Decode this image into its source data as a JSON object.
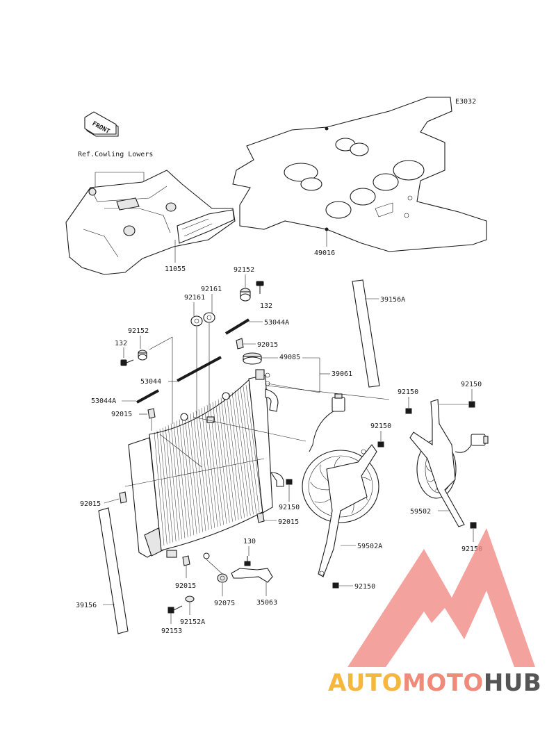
{
  "diagram_code": "E3032",
  "front_label": "FRONT",
  "reference_note": "Ref.Cowling Lowers",
  "watermark": {
    "part1": "AUTO",
    "part2": "MOTO",
    "part3": "HUB",
    "color1": "#f5b73c",
    "color2": "#f08a7a",
    "color3": "#555555",
    "logo_color": "#f28b85"
  },
  "labels": {
    "p11055": "11055",
    "p49016": "49016",
    "p92152_a": "92152",
    "p132_a": "132",
    "p92161_a": "92161",
    "p92161_b": "92161",
    "p53044A_a": "53044A",
    "p92015_a": "92015",
    "p49085": "49085",
    "p39061": "39061",
    "p39156A": "39156A",
    "p92152_b": "92152",
    "p132_b": "132",
    "p53044": "53044",
    "p53044A_b": "53044A",
    "p92015_b": "92015",
    "p92150_a": "92150",
    "p92150_b": "92150",
    "p92150_c": "92150",
    "p92015_c": "92015",
    "p92150_d": "92150",
    "p92015_d": "92015",
    "p59502": "59502",
    "p92150_e": "92150",
    "p130": "130",
    "p59502A": "59502A",
    "p92015_e": "92015",
    "p92150_f": "92150",
    "p92075": "92075",
    "p35063": "35063",
    "p39156": "39156",
    "p92152A": "92152A",
    "p92153": "92153"
  }
}
